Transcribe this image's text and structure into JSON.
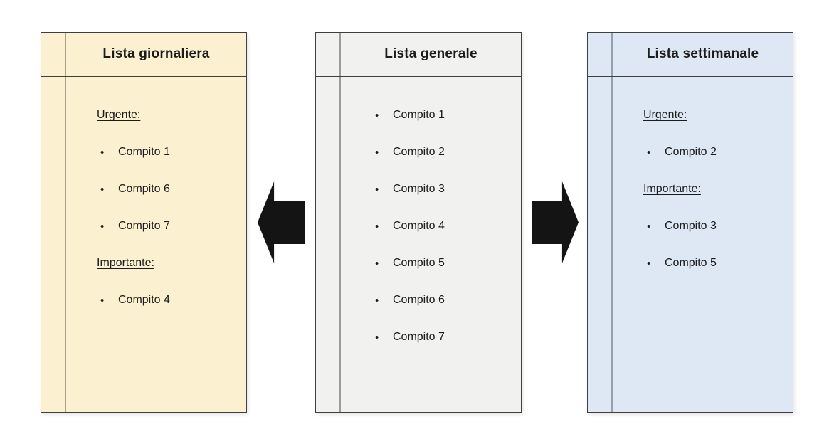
{
  "page": {
    "background": "#ffffff",
    "text_color": "#1c1c1c",
    "border_color": "#3f3f3f"
  },
  "icons": {
    "bullet": "•"
  },
  "arrows": {
    "left": {
      "direction": "left",
      "color": "#141414"
    },
    "right": {
      "direction": "right",
      "color": "#141414"
    }
  },
  "panels": {
    "daily": {
      "title": "Lista giornaliera",
      "bg": "#fbf0d0",
      "rule_color": "#a9a18b",
      "items": [
        {
          "kind": "heading",
          "text": "Urgente:"
        },
        {
          "kind": "bullet",
          "text": "Compito 1"
        },
        {
          "kind": "bullet",
          "text": "Compito 6"
        },
        {
          "kind": "bullet",
          "text": "Compito 7"
        },
        {
          "kind": "heading",
          "text": "Importante:"
        },
        {
          "kind": "bullet",
          "text": "Compito 4"
        }
      ]
    },
    "general": {
      "title": "Lista generale",
      "bg": "#f1f1f0",
      "rule_color": "#9b9b9b",
      "items": [
        {
          "kind": "bullet",
          "text": "Compito 1"
        },
        {
          "kind": "bullet",
          "text": "Compito 2"
        },
        {
          "kind": "bullet",
          "text": "Compito 3"
        },
        {
          "kind": "bullet",
          "text": "Compito 4"
        },
        {
          "kind": "bullet",
          "text": "Compito 5"
        },
        {
          "kind": "bullet",
          "text": "Compito 6"
        },
        {
          "kind": "bullet",
          "text": "Compito 7"
        }
      ]
    },
    "weekly": {
      "title": "Lista settimanale",
      "bg": "#dee8f4",
      "rule_color": "#94a0b0",
      "items": [
        {
          "kind": "heading",
          "text": "Urgente:"
        },
        {
          "kind": "bullet",
          "text": "Compito 2"
        },
        {
          "kind": "heading",
          "text": "Importante:"
        },
        {
          "kind": "bullet",
          "text": "Compito 3"
        },
        {
          "kind": "bullet",
          "text": "Compito 5"
        }
      ]
    }
  }
}
